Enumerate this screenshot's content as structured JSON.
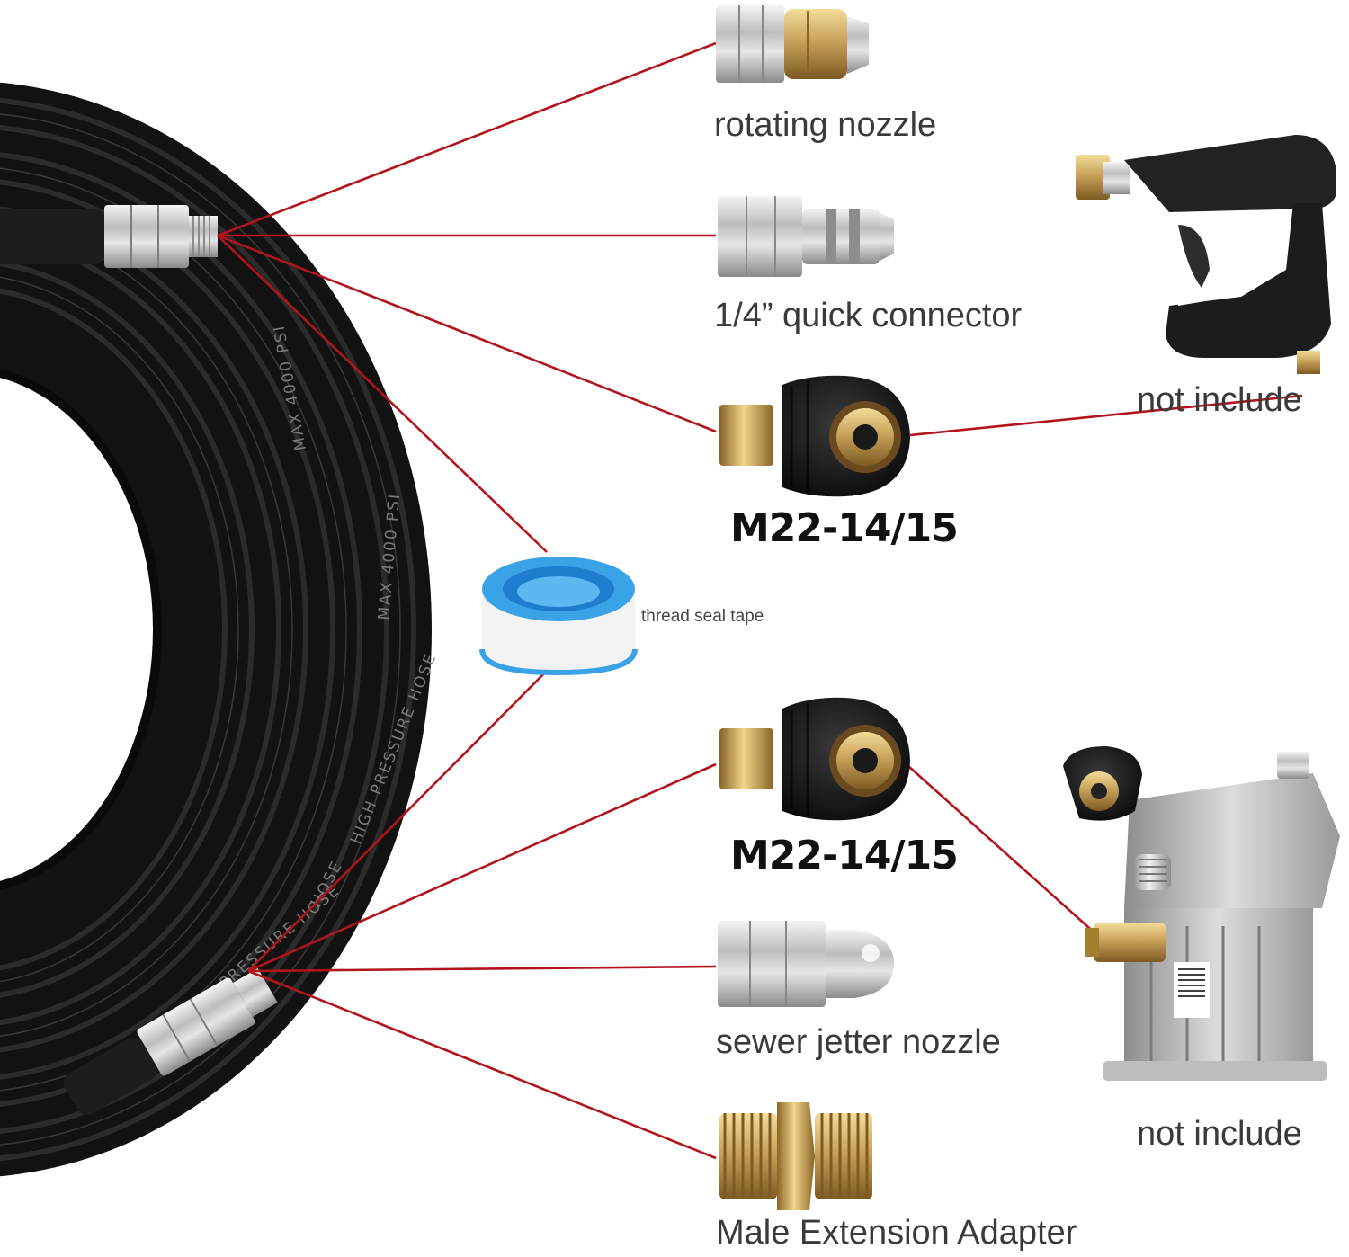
{
  "labels": {
    "rotating_nozzle": "rotating nozzle",
    "quick_connector": "1/4” quick connector",
    "not_include_top": "not include",
    "m22_top": "M22-14/15",
    "thread_seal_tape": "thread seal tape",
    "m22_bottom": "M22-14/15",
    "sewer_jetter_nozzle": "sewer jetter nozzle",
    "not_include_bottom": "not include",
    "male_extension_adapter": "Male Extension Adapter"
  },
  "hose_print": {
    "texts": [
      "MAX 4000 PSI",
      "HIGH PRESSURE HOSE",
      "PRESSURE HOSE",
      "MAX 4000 PSI",
      "HOSE"
    ]
  },
  "colors": {
    "leader_line": "#b3141b",
    "hose": "#151515",
    "brass": "#c9a25a",
    "steel": "#c8c8c8",
    "tape_blue": "#3aa3e8"
  },
  "icons": {
    "hose": "hose-coil-icon",
    "rotating_nozzle": "rotating-nozzle-icon",
    "quick_connector": "quick-connector-icon",
    "spray_gun": "spray-gun-icon",
    "m22_coupler": "m22-coupler-icon",
    "tape": "thread-tape-icon",
    "sewer_nozzle": "sewer-nozzle-icon",
    "pump": "pressure-pump-icon",
    "male_adapter": "male-adapter-icon"
  }
}
